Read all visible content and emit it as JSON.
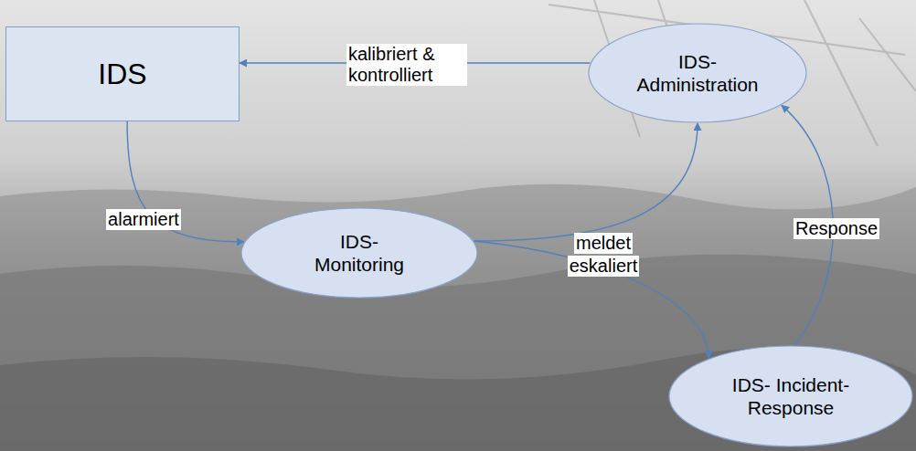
{
  "diagram": {
    "nodes": [
      {
        "text": [
          "IDS"
        ]
      },
      {
        "text": [
          "IDS- Administration"
        ]
      },
      {
        "text": [
          "IDS- Monitoring"
        ]
      },
      {
        "text": [
          "IDS- Incident-Response"
        ]
      }
    ],
    "edges": [
      {
        "from": 1,
        "to": 0,
        "label": "kalibriert & kontrolliert",
        "arrow": "to"
      },
      {
        "from": 0,
        "to": 2,
        "label": "alarmiert",
        "arrow": "to"
      },
      {
        "from": 2,
        "to": 1,
        "label": "meldet",
        "arrow": "to"
      },
      {
        "from": 2,
        "to": 3,
        "label": "eskaliert",
        "arrow": "to"
      },
      {
        "from": 3,
        "to": 1,
        "label": "Response",
        "arrow": "to"
      }
    ]
  }
}
